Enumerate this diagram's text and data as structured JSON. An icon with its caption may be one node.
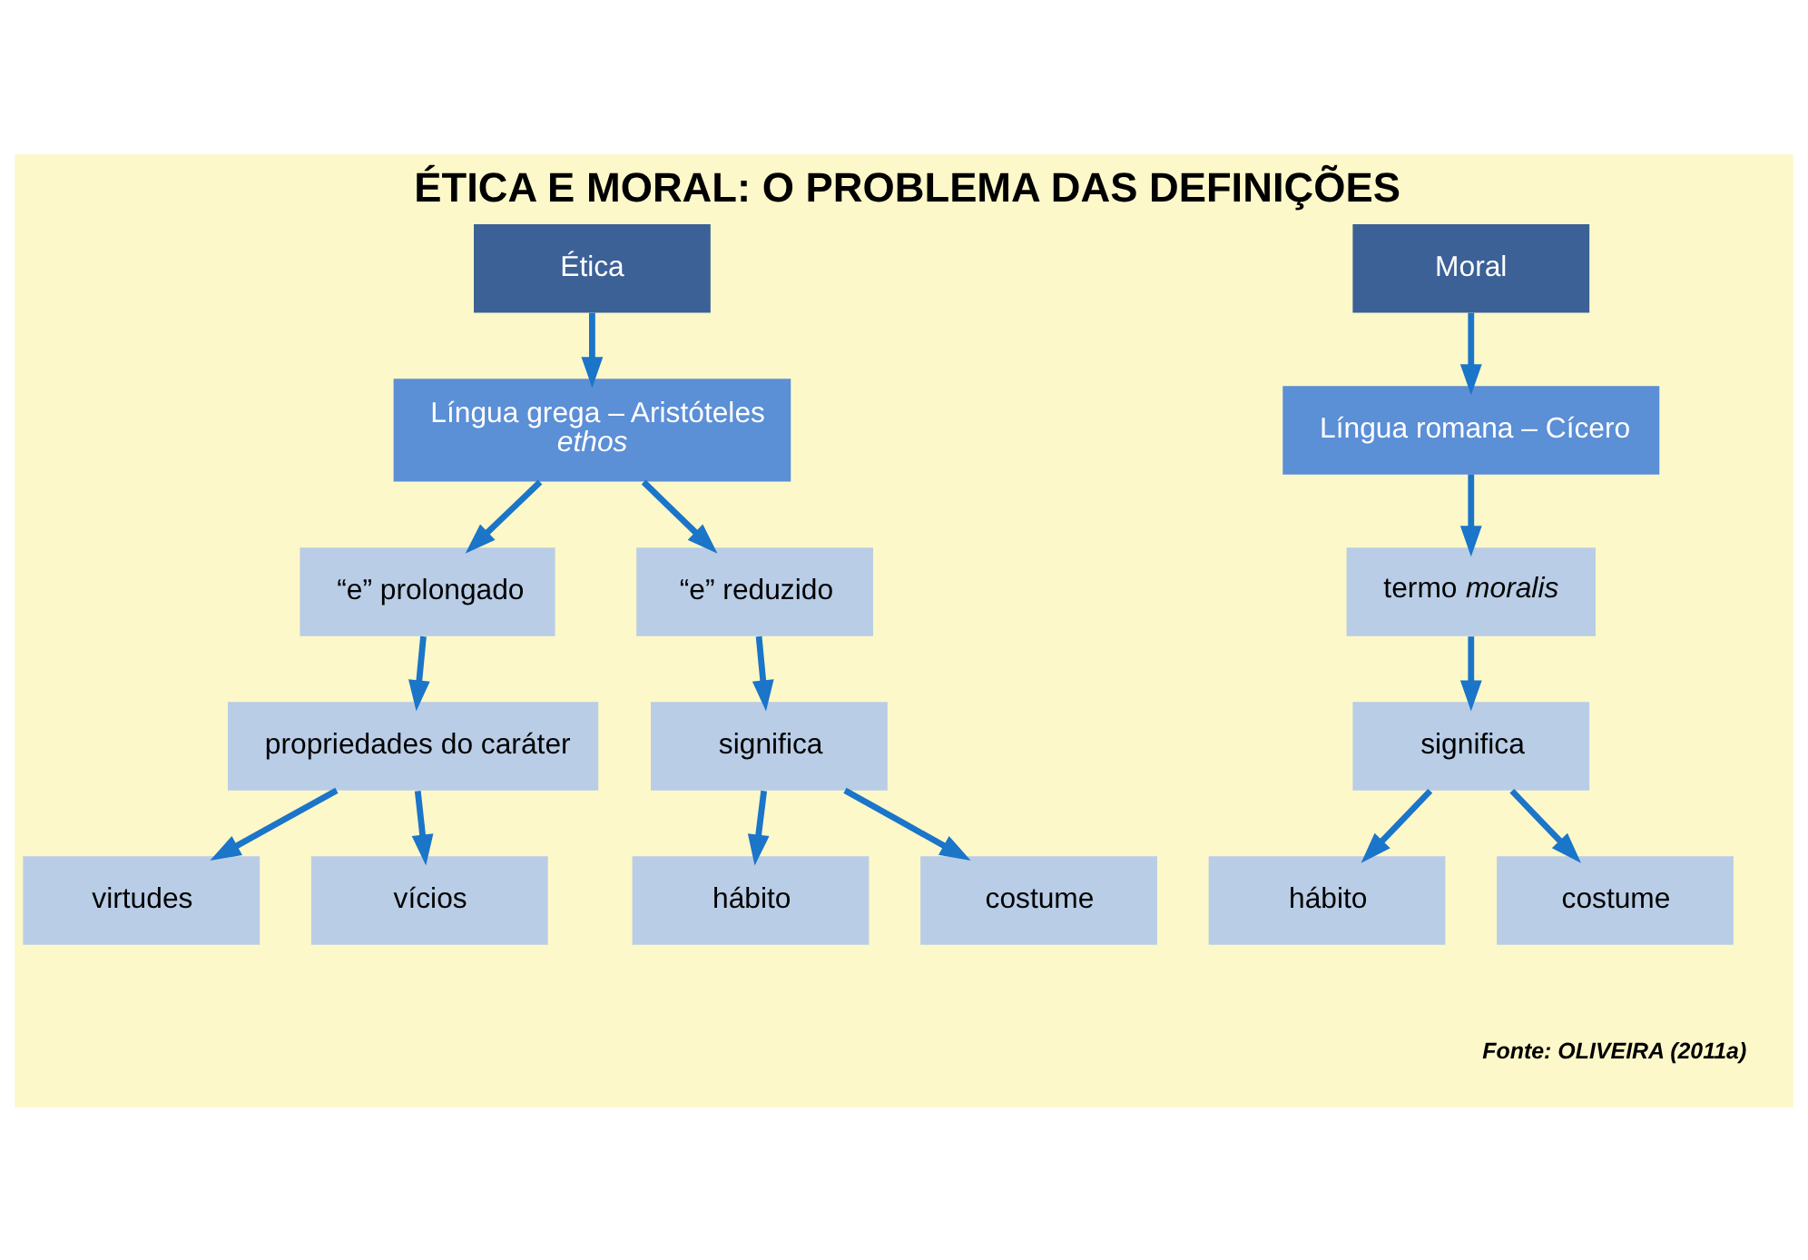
{
  "diagram": {
    "title": "ÉTICA E MORAL: O PROBLEMA DAS DEFINIÇÕES",
    "caption": "Fonte: OLIVEIRA (2011a)",
    "nodes": [
      {
        "text": [
          "Ética"
        ]
      },
      {
        "text": [
          "Moral"
        ]
      },
      {
        "text": [
          "Língua grega – Aristóteles",
          "*ethos*"
        ]
      },
      {
        "text": [
          "Língua romana – Cícero"
        ]
      },
      {
        "text": [
          "“e” prolongado"
        ]
      },
      {
        "text": [
          "“e” reduzido"
        ]
      },
      {
        "text": [
          "termo *moralis*"
        ]
      },
      {
        "text": [
          "propriedades do caráter"
        ]
      },
      {
        "text": [
          "significa"
        ]
      },
      {
        "text": [
          "significa"
        ]
      },
      {
        "text": [
          "virtudes"
        ]
      },
      {
        "text": [
          "vícios"
        ]
      },
      {
        "text": [
          "hábito"
        ]
      },
      {
        "text": [
          "costume"
        ]
      },
      {
        "text": [
          "hábito"
        ]
      },
      {
        "text": [
          "costume"
        ]
      }
    ],
    "edges": [
      {
        "from": 0,
        "to": 2,
        "arrow": "to"
      },
      {
        "from": 1,
        "to": 3,
        "arrow": "to"
      },
      {
        "from": 2,
        "to": 4,
        "arrow": "to"
      },
      {
        "from": 2,
        "to": 5,
        "arrow": "to"
      },
      {
        "from": 3,
        "to": 6,
        "arrow": "to"
      },
      {
        "from": 4,
        "to": 7,
        "arrow": "to"
      },
      {
        "from": 5,
        "to": 8,
        "arrow": "to"
      },
      {
        "from": 6,
        "to": 9,
        "arrow": "to"
      },
      {
        "from": 7,
        "to": 10,
        "arrow": "to"
      },
      {
        "from": 7,
        "to": 11,
        "arrow": "to"
      },
      {
        "from": 8,
        "to": 12,
        "arrow": "to"
      },
      {
        "from": 8,
        "to": 13,
        "arrow": "to"
      },
      {
        "from": 9,
        "to": 14,
        "arrow": "to"
      },
      {
        "from": 9,
        "to": 15,
        "arrow": "to"
      }
    ]
  }
}
